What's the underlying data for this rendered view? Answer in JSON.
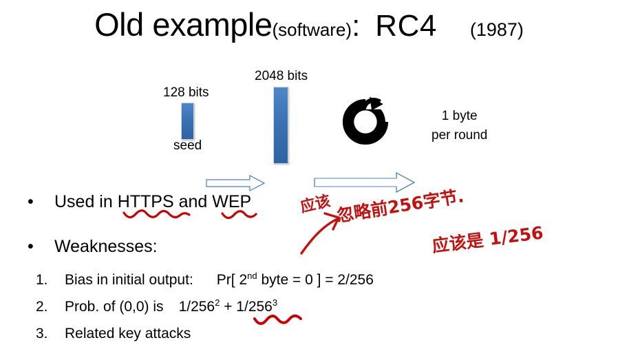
{
  "slide": {
    "background_color": "#ffffff",
    "ink_color": "#c3110f",
    "bar_color": "#3b72b4",
    "arrow_outline_color": "#4a7ebb"
  },
  "title": {
    "main": "Old example",
    "qualifier": "(software)",
    "colon": ":",
    "cipher": "RC4",
    "year": "(1987)"
  },
  "diagram": {
    "seed_bits_label": "128 bits",
    "state_bits_label": "2048 bits",
    "seed_label": "seed",
    "output_rate_line1": "1 byte",
    "output_rate_line2": "per round",
    "rotate_icon_name": "clockwise-rotation-icon",
    "arrow_1_name": "seed-to-state-arrow",
    "arrow_2_name": "state-to-output-arrow"
  },
  "bullets": [
    {
      "marker": "•",
      "text": "Used in HTTPS and WEP"
    },
    {
      "marker": "•",
      "text": "Weaknesses:"
    }
  ],
  "weaknesses": [
    {
      "index": "1.",
      "text": "Bias in initial output:",
      "formula_prefix": "Pr[ 2",
      "formula_sup": "nd",
      "formula_mid": " byte = 0 ]  =  2/256",
      "full_text": "Bias in initial output:    Pr[ 2nd byte = 0 ]  =  2/256"
    },
    {
      "index": "2.",
      "text": "Prob. of   (0,0)   is",
      "formula_a": "1/256",
      "formula_a_sup": "2",
      "formula_plus": " +  1/256",
      "formula_b_sup": "3",
      "full_text": "Prob. of   (0,0)   is   1/256² +  1/256³"
    },
    {
      "index": "3.",
      "text": "Related key attacks",
      "full_text": "Related key attacks"
    }
  ],
  "annotations": {
    "handwritten_1": "应该",
    "handwritten_2": "忽略前256字节.",
    "handwritten_3": "应该是 1/256",
    "underline_https": "squiggle-under-https",
    "underline_wep": "squiggle-under-wep",
    "underline_formula": "squiggle-under-1-over-256-squared",
    "curved_arrow": "curved-arrow-to-weaknesses"
  }
}
